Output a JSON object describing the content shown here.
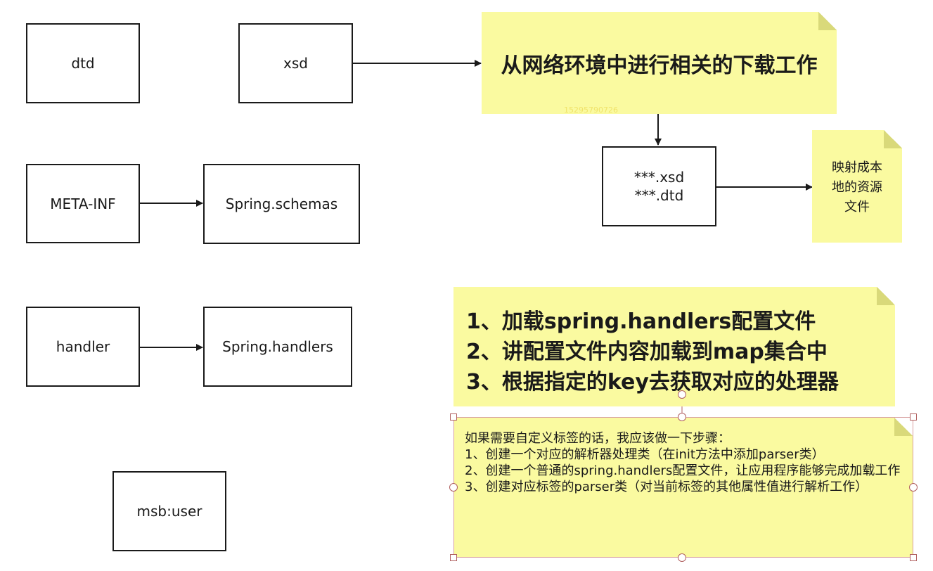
{
  "boxes": {
    "dtd": "dtd",
    "xsd": "xsd",
    "meta_inf": "META-INF",
    "spring_schemas": "Spring.schemas",
    "handler": "handler",
    "spring_handlers": "Spring.handlers",
    "msb_user": "msb:user",
    "local_files_line1": "***.xsd",
    "local_files_line2": "***.dtd"
  },
  "notes": {
    "download": "从网络环境中进行相关的下载工作",
    "watermark": "15295790726",
    "map_local_l1": "映射成本",
    "map_local_l2": "地的资源",
    "map_local_l3": "文件",
    "steps": [
      "1、加载spring.handlers配置文件",
      "2、讲配置文件内容加载到map集合中",
      "3、根据指定的key去获取对应的处理器"
    ],
    "custom_tag_lines": [
      "如果需要自定义标签的话，我应该做一下步骤：",
      "1、创建一个对应的解析器处理类（在init方法中添加parser类）",
      "2、创建一个普通的spring.handlers配置文件，让应用程序能够完成加载工作",
      "3、创建对应标签的parser类（对当前标签的其他属性值进行解析工作）"
    ]
  },
  "colors": {
    "note_fill": "#fafaa0",
    "stroke": "#1a1a1a",
    "selection": "#b06060"
  }
}
